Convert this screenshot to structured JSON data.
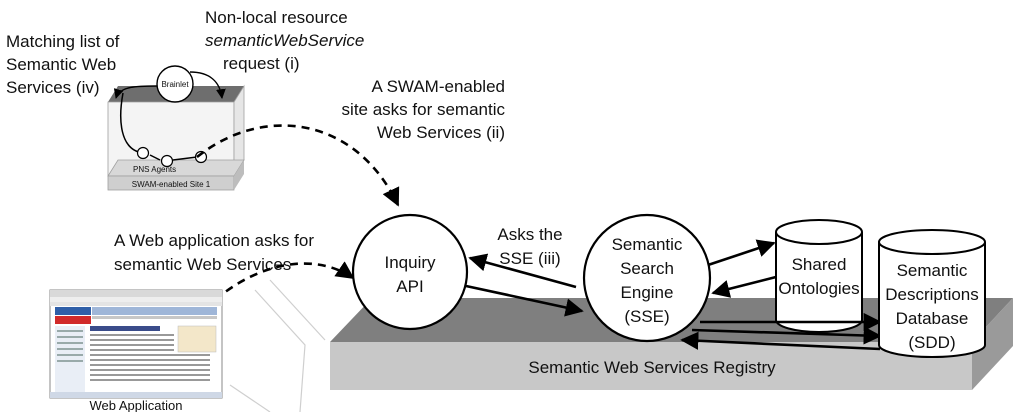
{
  "labels": {
    "nonlocal_line1": "Non-local resource",
    "nonlocal_line2": "semanticWebService",
    "nonlocal_line3": "request (i)",
    "matching_line1": "Matching list of",
    "matching_line2": "Semantic Web",
    "matching_line3": "Services (iv)",
    "brainlet": "Brainlet",
    "pns_agents": "PNS Agents",
    "swam_site": "SWAM-enabled Site 1",
    "swam_asks_line1": "A SWAM-enabled",
    "swam_asks_line2": "site asks for semantic",
    "swam_asks_line3": "Web Services (ii)",
    "webapp_asks_line1": "A Web application asks for",
    "webapp_asks_line2": "semantic Web Services",
    "inquiry_line1": "Inquiry",
    "inquiry_line2": "API",
    "asks_sse_line1": "Asks the",
    "asks_sse_line2": "SSE (iii)",
    "sse_line1": "Semantic",
    "sse_line2": "Search",
    "sse_line3": "Engine",
    "sse_line4": "(SSE)",
    "shared_line1": "Shared",
    "shared_line2": "Ontologies",
    "sdd_line1": "Semantic",
    "sdd_line2": "Descriptions",
    "sdd_line3": "Database",
    "sdd_line4": "(SDD)",
    "registry": "Semantic Web Services Registry",
    "web_application": "Web Application"
  },
  "colors": {
    "platform_top": "#7f7f7f",
    "platform_front": "#c8c8c8",
    "platform_side": "#9a9a9a",
    "stroke": "#000000"
  }
}
